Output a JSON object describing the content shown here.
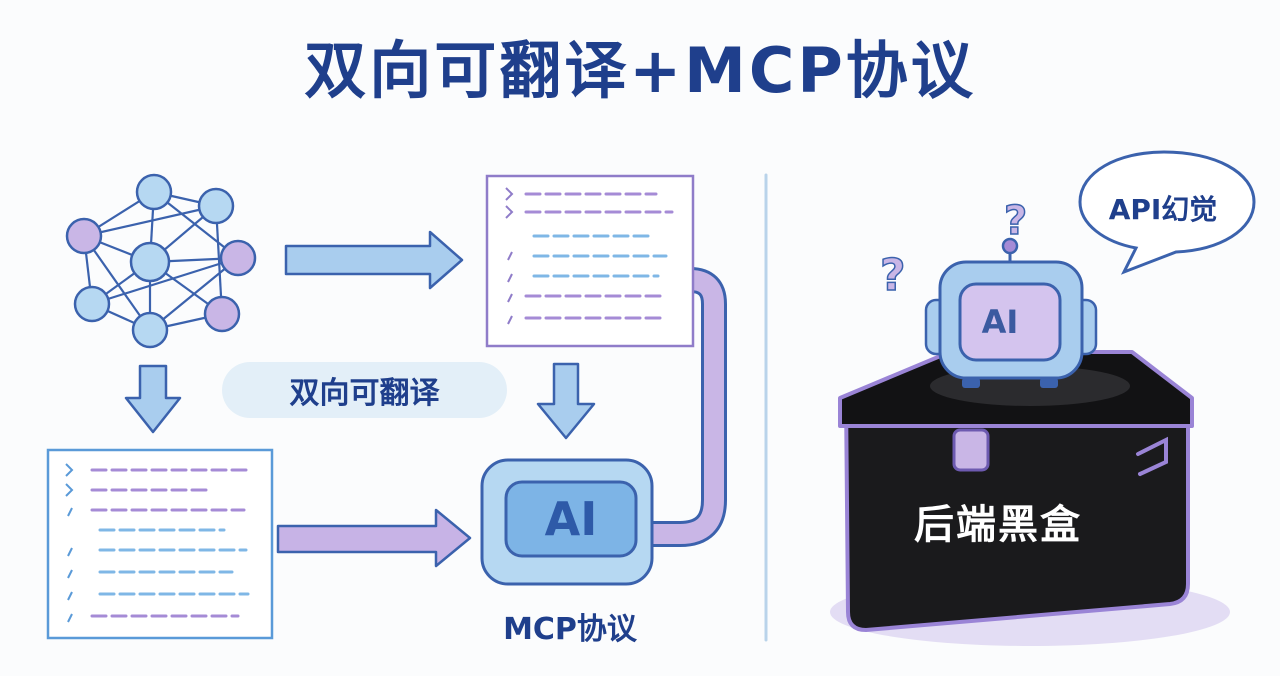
{
  "title": "双向可翻译+MCP协议",
  "left_panel": {
    "bidirectional_label": "双向可翻译",
    "ai_core_label": "AI",
    "protocol_label": "MCP协议"
  },
  "right_panel": {
    "speech_bubble": "API幻觉",
    "robot_label": "AI",
    "box_label": "后端黑盒"
  }
}
